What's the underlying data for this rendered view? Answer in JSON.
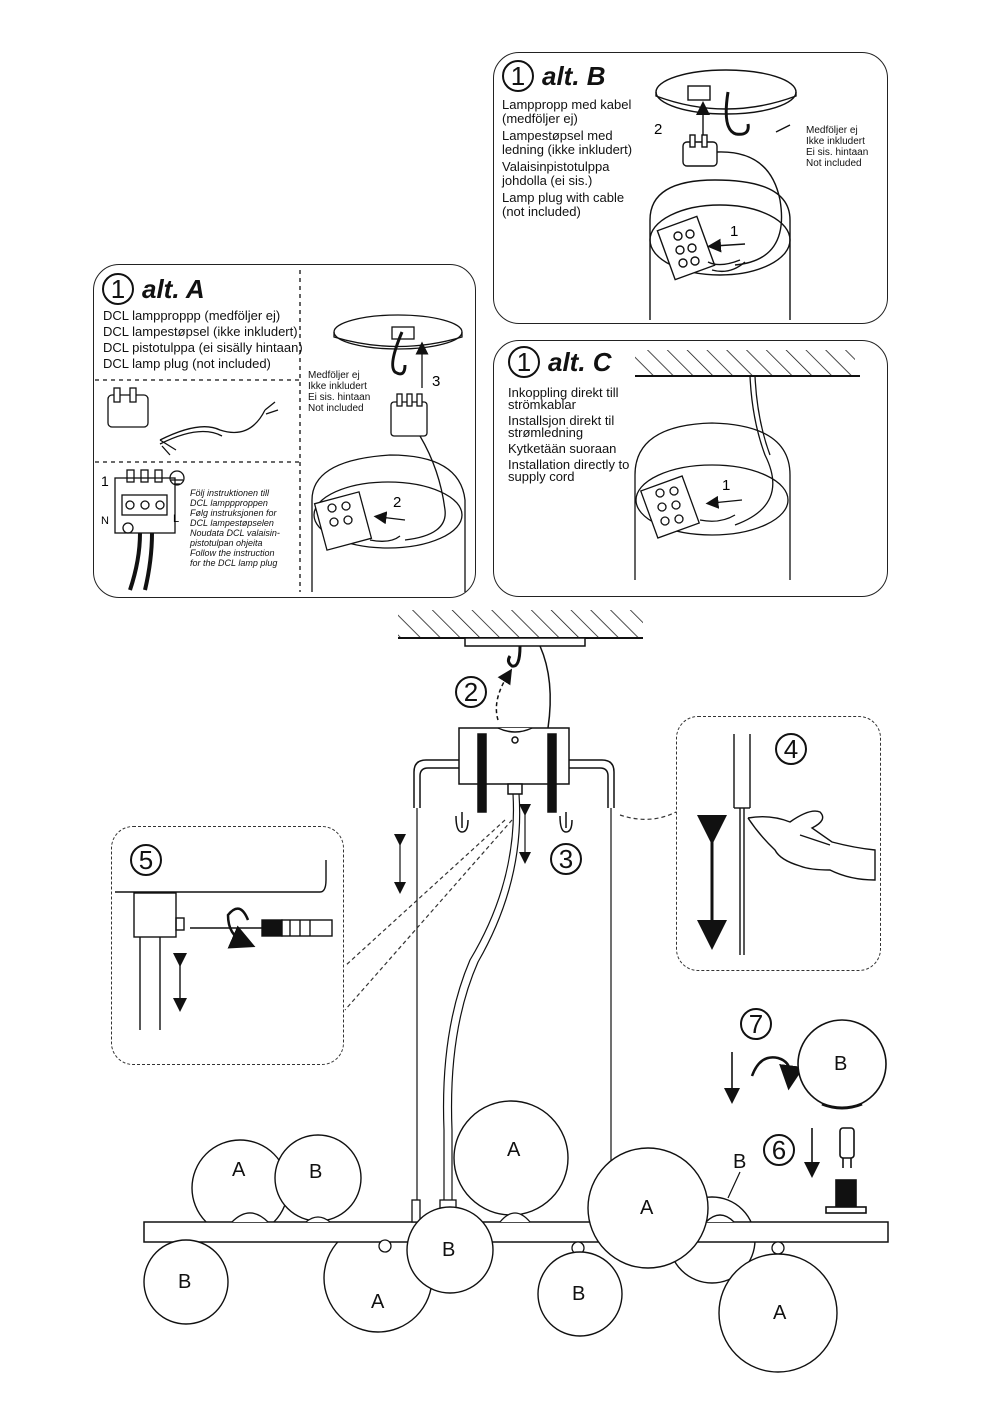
{
  "alt_a": {
    "step": "1",
    "title": "alt. A",
    "lines": [
      "DCL lampproppp (medföljer ej)",
      "DCL lampestøpsel (ikke inkludert)",
      "DCL pistotulppa (ei sisälly hintaan)",
      "DCL lamp plug (not included)"
    ],
    "not_included": [
      "Medföljer ej",
      "Ikke inkludert",
      "Ei sis. hintaan",
      "Not included"
    ],
    "instructions": [
      "Följ instruktionen till",
      "DCL lamppproppen",
      "Følg instruksjonen for",
      "DCL lampestøpselen",
      "Noudata DCL valaisin-",
      "pistotulpan ohjeita",
      "Follow the instruction",
      "for the DCL lamp plug"
    ],
    "num_1": "1",
    "num_2": "2",
    "num_3": "3",
    "n_label": "N",
    "l_label": "L"
  },
  "alt_b": {
    "step": "1",
    "title": "alt. B",
    "lines": [
      "Lamppropp med kabel",
      "(medföljer ej)",
      "Lampestøpsel med",
      "ledning (ikke inkludert)",
      "Valaisinpistotulppa",
      "johdolla (ei sis.)",
      "Lamp plug with cable",
      "(not included)"
    ],
    "not_included": [
      "Medföljer ej",
      "Ikke inkludert",
      "Ei sis. hintaan",
      "Not included"
    ],
    "num_1": "1",
    "num_2": "2"
  },
  "alt_c": {
    "step": "1",
    "title": "alt. C",
    "lines": [
      "Inkoppling direkt till",
      "strömkablar",
      "Installsjon direkt til",
      "strømledning",
      "Kytketään suoraan",
      "Installation directly to",
      "supply cord"
    ],
    "num_1": "1"
  },
  "main": {
    "step_2": "2",
    "step_3": "3",
    "step_4": "4",
    "step_5": "5",
    "step_6": "6",
    "step_7": "7"
  },
  "globes": {
    "a": "A",
    "b": "B"
  }
}
